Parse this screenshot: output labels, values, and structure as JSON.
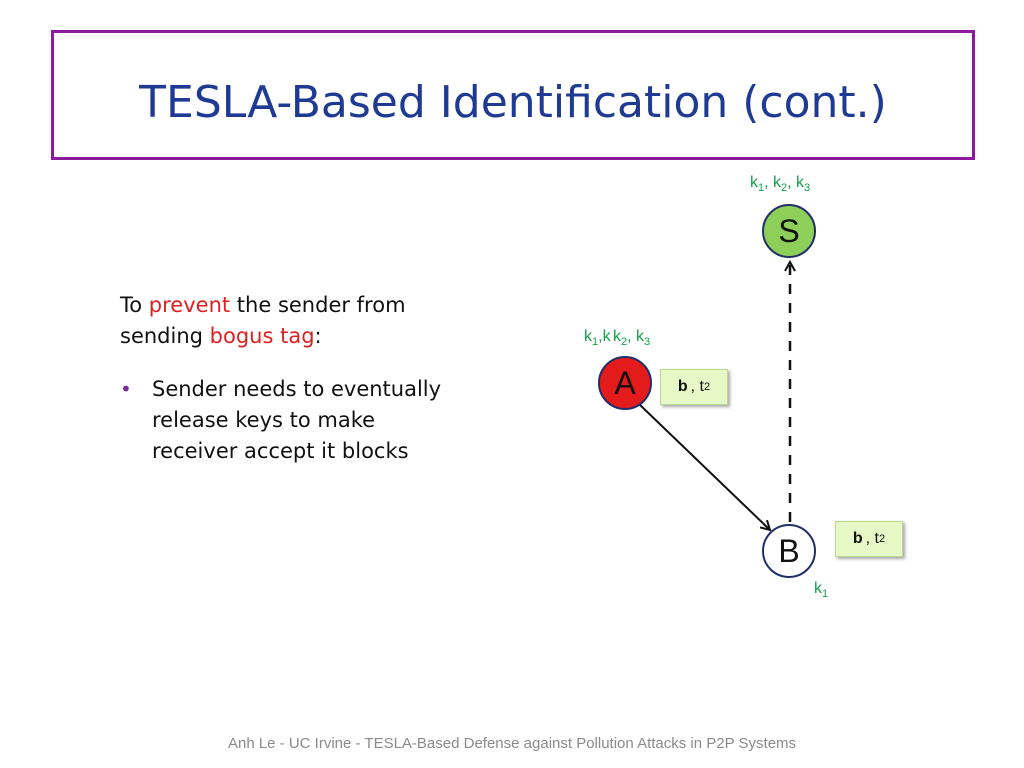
{
  "slide": {
    "title": "TESLA-Based Identification (cont.)",
    "intro_prefix": "To ",
    "intro_word1": "prevent",
    "intro_mid": " the sender from",
    "intro_line2_prefix": "sending ",
    "intro_word2": "bogus tag",
    "intro_suffix": ":",
    "bullet_glyph": "•",
    "bullet_line1": "Sender needs to eventually",
    "bullet_line2": "release keys to make",
    "bullet_line3": "receiver accept it blocks",
    "footer": "Anh Le - UC Irvine - TESLA-Based Defense against Pollution Attacks in P2P Systems"
  },
  "diagram": {
    "node_s": "S",
    "node_a": "A",
    "node_b": "B",
    "key_k": "k",
    "sub1": "1",
    "sub2": "2",
    "sub3": "3",
    "comma_space": ", ",
    "comma": ",",
    "tag_b": "b",
    "tag_sep": ", t",
    "tag_sup": "2"
  },
  "colors": {
    "title": "#1f3a93",
    "title_border": "#8b1a9c",
    "highlight": "#e02020",
    "keys": "#13a04a",
    "node_s": "#8ecf5a",
    "node_a": "#e31b1b",
    "tag_bg": "#e6f8c5"
  }
}
